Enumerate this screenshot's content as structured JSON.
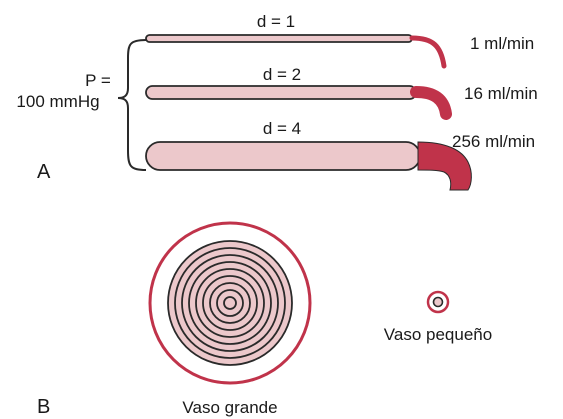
{
  "panel_a": {
    "label": "A",
    "pressure_line1": "P =",
    "pressure_line2": "100 mmHg",
    "vessels": [
      {
        "diameter_label": "d = 1",
        "flow_label": "1 ml/min"
      },
      {
        "diameter_label": "d = 2",
        "flow_label": "16 ml/min"
      },
      {
        "diameter_label": "d = 4",
        "flow_label": "256 ml/min"
      }
    ]
  },
  "panel_b": {
    "label": "B",
    "large_vessel_label": "Vaso grande",
    "small_vessel_label": "Vaso pequeño"
  },
  "colors": {
    "vessel_fill": "#ecc8cb",
    "vessel_stroke": "#2a2a2a",
    "blood": "#c0334a",
    "large_ring": "#c0334a",
    "text": "#1a1a1a"
  }
}
